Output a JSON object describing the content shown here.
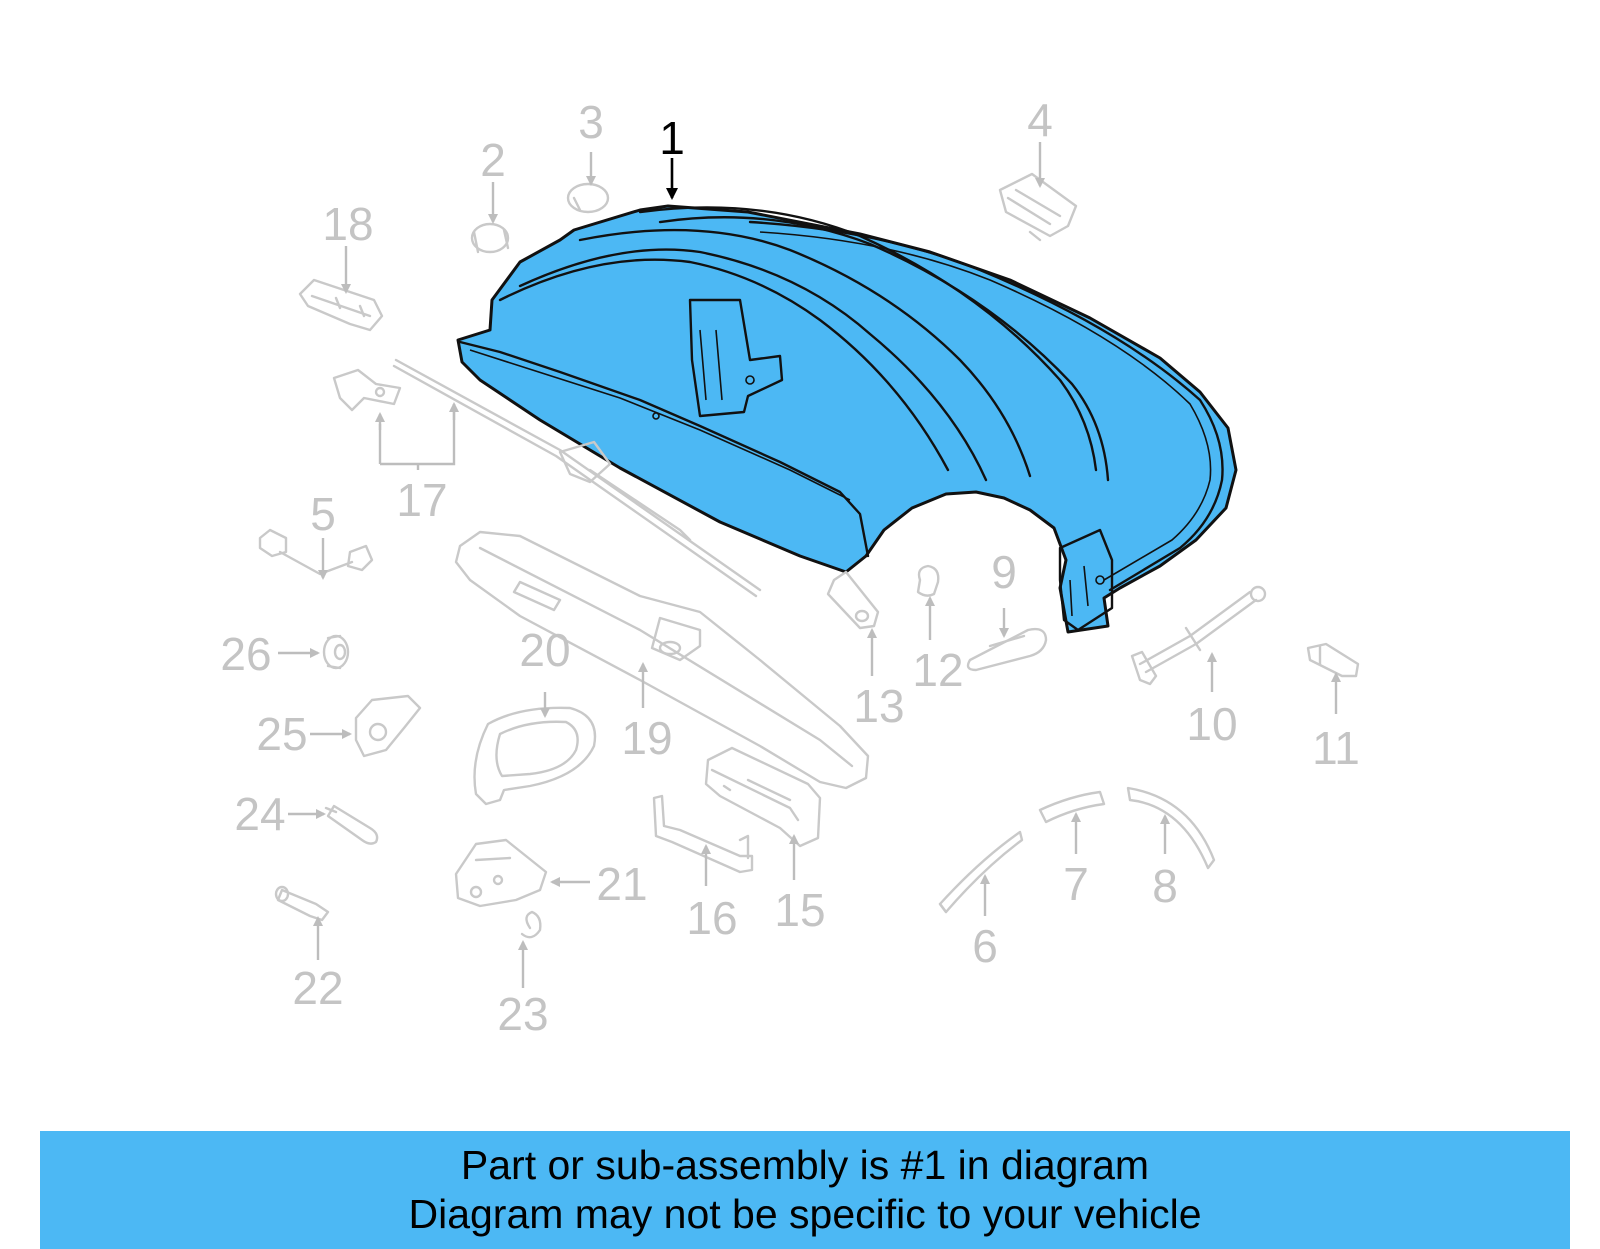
{
  "colors": {
    "highlight": "#4cb8f4",
    "ghost": "#c4c4c4",
    "outline": "#111111"
  },
  "highlighted_part": "1",
  "callouts": [
    {
      "id": "1",
      "label": "1"
    },
    {
      "id": "2",
      "label": "2"
    },
    {
      "id": "3",
      "label": "3"
    },
    {
      "id": "4",
      "label": "4"
    },
    {
      "id": "5",
      "label": "5"
    },
    {
      "id": "6",
      "label": "6"
    },
    {
      "id": "7",
      "label": "7"
    },
    {
      "id": "8",
      "label": "8"
    },
    {
      "id": "9",
      "label": "9"
    },
    {
      "id": "10",
      "label": "10"
    },
    {
      "id": "11",
      "label": "11"
    },
    {
      "id": "12",
      "label": "12"
    },
    {
      "id": "13",
      "label": "13"
    },
    {
      "id": "15",
      "label": "15"
    },
    {
      "id": "16",
      "label": "16"
    },
    {
      "id": "17",
      "label": "17"
    },
    {
      "id": "18",
      "label": "18"
    },
    {
      "id": "19",
      "label": "19"
    },
    {
      "id": "20",
      "label": "20"
    },
    {
      "id": "21",
      "label": "21"
    },
    {
      "id": "22",
      "label": "22"
    },
    {
      "id": "23",
      "label": "23"
    },
    {
      "id": "24",
      "label": "24"
    },
    {
      "id": "25",
      "label": "25"
    },
    {
      "id": "26",
      "label": "26"
    }
  ],
  "banner": {
    "line1": "Part or sub-assembly is #1 in diagram",
    "line2": "Diagram may not be specific to your vehicle"
  }
}
